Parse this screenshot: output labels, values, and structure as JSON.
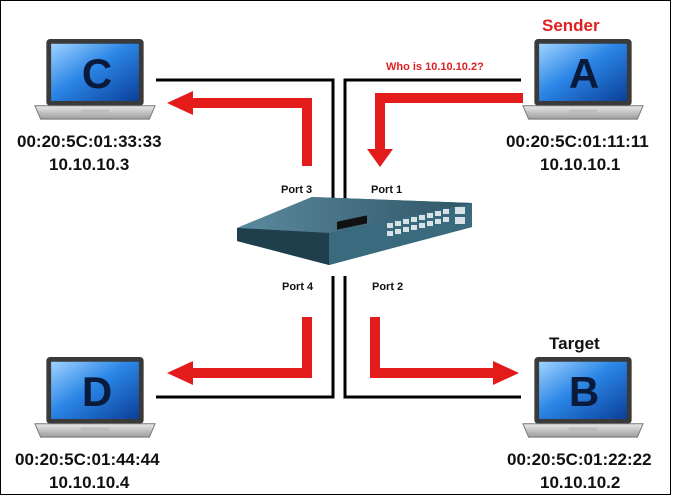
{
  "hosts": {
    "a": {
      "letter": "A",
      "mac": "00:20:5C:01:11:11",
      "ip": "10.10.10.1"
    },
    "b": {
      "letter": "B",
      "mac": "00:20:5C:01:22:22",
      "ip": "10.10.10.2"
    },
    "c": {
      "letter": "C",
      "mac": "00:20:5C:01:33:33",
      "ip": "10.10.10.3"
    },
    "d": {
      "letter": "D",
      "mac": "00:20:5C:01:44:44",
      "ip": "10.10.10.4"
    }
  },
  "roles": {
    "sender": "Sender",
    "target": "Target"
  },
  "query": "Who is 10.10.10.2?",
  "ports": {
    "p1": "Port 1",
    "p2": "Port 2",
    "p3": "Port 3",
    "p4": "Port 4"
  },
  "colors": {
    "arrow": "#e41b1b",
    "sender": "#e02020",
    "screen": "#1d6fd0"
  }
}
